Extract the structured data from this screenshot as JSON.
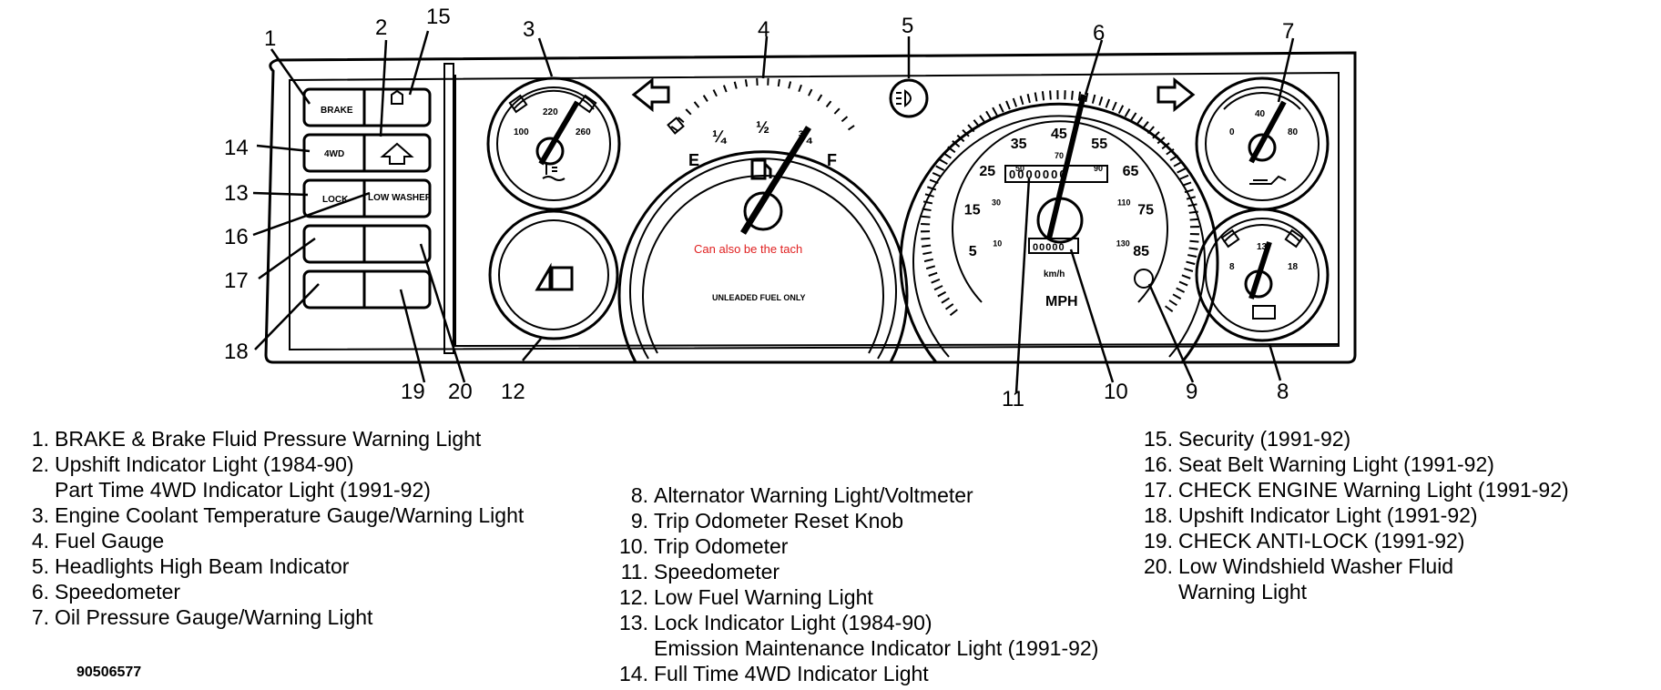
{
  "callouts": [
    "1",
    "2",
    "3",
    "4",
    "5",
    "6",
    "7",
    "8",
    "9",
    "10",
    "11",
    "12",
    "13",
    "14",
    "15",
    "16",
    "17",
    "18",
    "19",
    "20"
  ],
  "panel_labels": {
    "brake": "BRAKE",
    "fourwd": "4WD",
    "lock": "LOCK",
    "low_washer": "LOW WASHER",
    "unleaded": "UNLEADED FUEL ONLY",
    "mph": "MPH",
    "kmh": "km/h",
    "fuel_e": "E",
    "fuel_quarter": "¼",
    "fuel_half": "½",
    "fuel_three_quarter": "¾",
    "fuel_f": "F",
    "temp_100": "100",
    "temp_220": "220",
    "temp_260": "260",
    "oil_0": "0",
    "oil_40": "40",
    "oil_80": "80",
    "volt_8": "8",
    "volt_13": "13",
    "volt_18": "18",
    "odometer": "0000000",
    "trip": "00000"
  },
  "speed_labels": [
    "5",
    "15",
    "25",
    "35",
    "45",
    "55",
    "65",
    "75",
    "85"
  ],
  "kmh_labels": [
    "10",
    "30",
    "50",
    "70",
    "90",
    "110",
    "130"
  ],
  "annotation": "Can also be the tach",
  "legend": {
    "col1": [
      {
        "num": "1.",
        "text": "BRAKE & Brake Fluid Pressure Warning Light"
      },
      {
        "num": "2.",
        "text": "Upshift Indicator Light (1984-90)",
        "cont": "Part Time 4WD Indicator Light (1991-92)"
      },
      {
        "num": "3.",
        "text": "Engine Coolant Temperature Gauge/Warning Light"
      },
      {
        "num": "4.",
        "text": "Fuel Gauge"
      },
      {
        "num": "5.",
        "text": "Headlights High Beam Indicator"
      },
      {
        "num": "6.",
        "text": "Speedometer"
      },
      {
        "num": "7.",
        "text": "Oil Pressure Gauge/Warning Light"
      }
    ],
    "col2": [
      {
        "num": "8.",
        "text": "Alternator Warning Light/Voltmeter"
      },
      {
        "num": "9.",
        "text": "Trip Odometer Reset Knob"
      },
      {
        "num": "10.",
        "text": "Trip Odometer"
      },
      {
        "num": "11.",
        "text": "Speedometer"
      },
      {
        "num": "12.",
        "text": "Low Fuel Warning Light"
      },
      {
        "num": "13.",
        "text": "Lock Indicator Light (1984-90)",
        "cont": "Emission Maintenance Indicator Light (1991-92)"
      },
      {
        "num": "14.",
        "text": "Full Time 4WD Indicator Light"
      }
    ],
    "col3": [
      {
        "num": "15.",
        "text": "Security (1991-92)"
      },
      {
        "num": "16.",
        "text": "Seat Belt Warning Light (1991-92)"
      },
      {
        "num": "17.",
        "text": "CHECK ENGINE Warning Light (1991-92)"
      },
      {
        "num": "18.",
        "text": "Upshift Indicator Light (1991-92)"
      },
      {
        "num": "19.",
        "text": "CHECK ANTI-LOCK (1991-92)"
      },
      {
        "num": "20.",
        "text": "Low Windshield Washer Fluid",
        "cont": "Warning Light"
      }
    ]
  },
  "figure_id": "90506577",
  "colors": {
    "ink": "#000000",
    "annotation": "#e02020",
    "background": "#ffffff"
  }
}
